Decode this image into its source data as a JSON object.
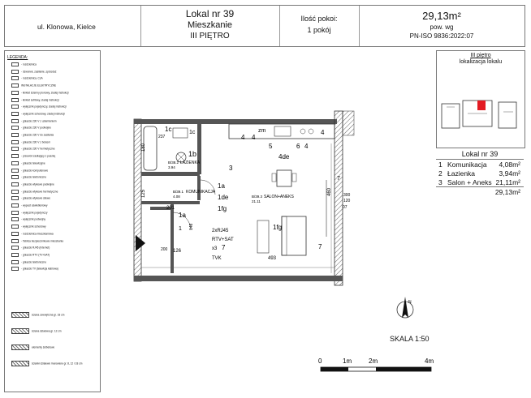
{
  "header": {
    "address": "ul. Klonowa, Kielce",
    "unit_title": "Lokal nr 39",
    "unit_type": "Mieszkanie",
    "floor": "III PIĘTRO",
    "rooms_label": "Ilość pokoi:",
    "rooms_value": "1 pokój",
    "area_value": "29,13m²",
    "area_basis": "pow. wg",
    "area_standard": "PN-ISO 9836:2022:07"
  },
  "legend": {
    "title": "LEGENDA:",
    "items": [
      "- rozdzielnica",
      "- dzwonek, zasilanie, sprzedaż",
      "- rozdzielnica, CzA",
      "INSTALACJE ELEKTRYCZNE",
      "- kinkiet ścienny pionowy, ziadej instrukcji",
      "- kinkiet sufitowy, ziadej instrukcji",
      "- wyłącznik pojedynczy, ziadej instrukcji",
      "- wyłącznik schodowy, ziadej instrukcji",
      "- gniazdo 230 V z uziemieniem",
      "- gniazdo 230 V podwójne",
      "- gniazdo 230 V do zasilania",
      "- gniazdo 230 V z bolcem",
      "- gniazdo 230 V hermetyczne",
      "- przewód zasilający z puszką",
      "- gniazdo telewizyjne",
      "- gniazdo komputerowe",
      "- gniazdo telefoniczne",
      "- gniazdo wtykowe podwójne",
      "- gniazdo wtykowe hermetyczne",
      "- gniazdo wtykowe siłowe",
      "- wypust oświetleniowy",
      "- wyłącznik pojedynczy",
      "- wyłącznik podwójny",
      "- wyłącznik schodowy",
      "- rozdzielnica mieszkaniowa",
      "- Tablica bezpiecznikowa mieszkania",
      "- gniazdo RJ45 (Internet)",
      "- gniazdo RTV (TV+SAT)",
      "- gniazdo telefoniczne",
      "- gniazdo TV (telewizja kablowa)",
      "ściana zewnętrzna gr. 18 cm",
      "ściana działowa gr. 12 cm",
      "elementy żelbetowe",
      "ścianki działowe murowane gr. 8, 12 i 18 cm"
    ]
  },
  "plan": {
    "rooms": [
      {
        "no": "1",
        "name": "B/38.2",
        "area": "3.94"
      },
      {
        "no": "2",
        "name": "B/39.1",
        "area": "4.08"
      },
      {
        "no": "3",
        "name": "B/39.3",
        "area": "21.11"
      }
    ],
    "room_labels": {
      "bath": "ŁAZIENKA",
      "corridor": "KOMUNIKACJA",
      "living": "SALON+ANEKS"
    },
    "dims": {
      "d180": "180",
      "d237": "237",
      "d125": "125",
      "d201": "201",
      "d148": "148",
      "d126": "126",
      "d493": "493",
      "d460": "460",
      "d300": "300",
      "d120": "120",
      "d200": "200"
    },
    "symbols": {
      "s1c_a": "1c",
      "s1c_b": "1c",
      "s1b": "1b",
      "s1a_a": "1a",
      "s1a_b": "1a",
      "s1de": "1de",
      "s1fg_a": "1fg",
      "s1fg_b": "1fg",
      "s1": "1",
      "s4a": "4",
      "s4b": "4",
      "s4c": "4",
      "s5": "5",
      "s6": "6",
      "s4d": "4",
      "s4de": "4de",
      "szm": "zm",
      "s3": "3",
      "s7a": "7",
      "s7b": "7",
      "s07": "07",
      "rj": "2xRJ45",
      "rtv": "RTV+SAT",
      "x3": "x3",
      "s7c": "7",
      "tvk": "TVK"
    }
  },
  "locator": {
    "floor": "III piętro",
    "label": "lokalizacja lokalu"
  },
  "table": {
    "title": "Lokal nr 39",
    "rows": [
      {
        "no": "1",
        "name": "Komunikacja",
        "area": "4,08m²"
      },
      {
        "no": "2",
        "name": "Łazienka",
        "area": "3,94m²"
      },
      {
        "no": "3",
        "name": "Salon + Aneks",
        "area": "21,11m²"
      }
    ],
    "total": "29,13m²"
  },
  "scale": {
    "label": "SKALA 1:50",
    "ticks": [
      "0",
      "1m",
      "2m",
      "4m"
    ]
  },
  "north": "N"
}
